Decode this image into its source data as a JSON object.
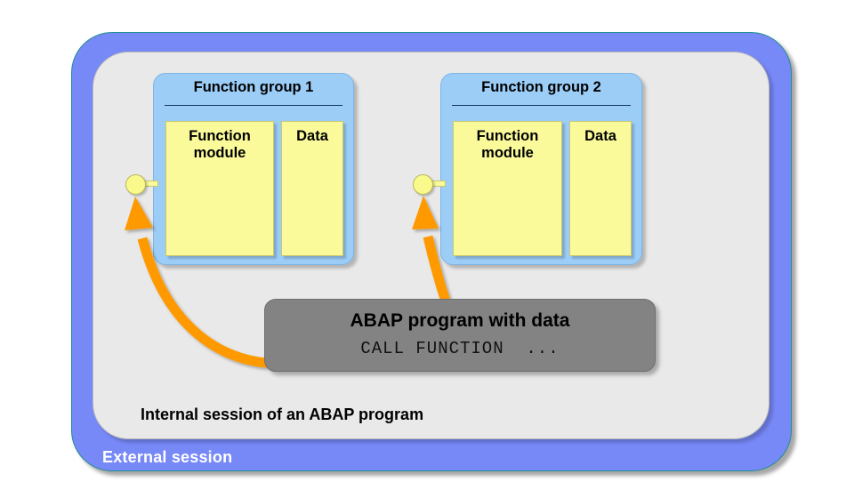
{
  "diagram": {
    "title": "ABAP function group and function module call diagram",
    "colors": {
      "external_session_blue": "#7788F7",
      "internal_session_gray": "#E9E9E9",
      "function_group_blue": "#9BCDF7",
      "inner_box_yellow": "#FAFA9B",
      "abap_box_gray": "#838383",
      "arrow_orange": "#FF9900",
      "connector_yellow": "#FAFA8C"
    }
  },
  "external_session": {
    "label": "External session"
  },
  "internal_session": {
    "label": "Internal session of an ABAP program"
  },
  "function_groups": [
    {
      "title": "Function group 1",
      "function_module_label": "Function\nmodule",
      "function_module_line1": "Function",
      "function_module_line2": "module",
      "data_label": "Data"
    },
    {
      "title": "Function group 2",
      "function_module_label": "Function\nmodule",
      "function_module_line1": "Function",
      "function_module_line2": "module",
      "data_label": "Data"
    }
  ],
  "abap_program": {
    "title": "ABAP program with data",
    "code": "CALL FUNCTION  ..."
  },
  "connectors": [
    {
      "name": "function-module-1-entry-point"
    },
    {
      "name": "function-module-2-entry-point"
    }
  ],
  "arrows": [
    {
      "name": "call-arrow-to-function-group-1",
      "from": "abap-program-left",
      "to": "function-module-1-entry-point"
    },
    {
      "name": "call-arrow-to-function-group-2",
      "from": "abap-program-top",
      "to": "function-module-2-entry-point"
    }
  ]
}
